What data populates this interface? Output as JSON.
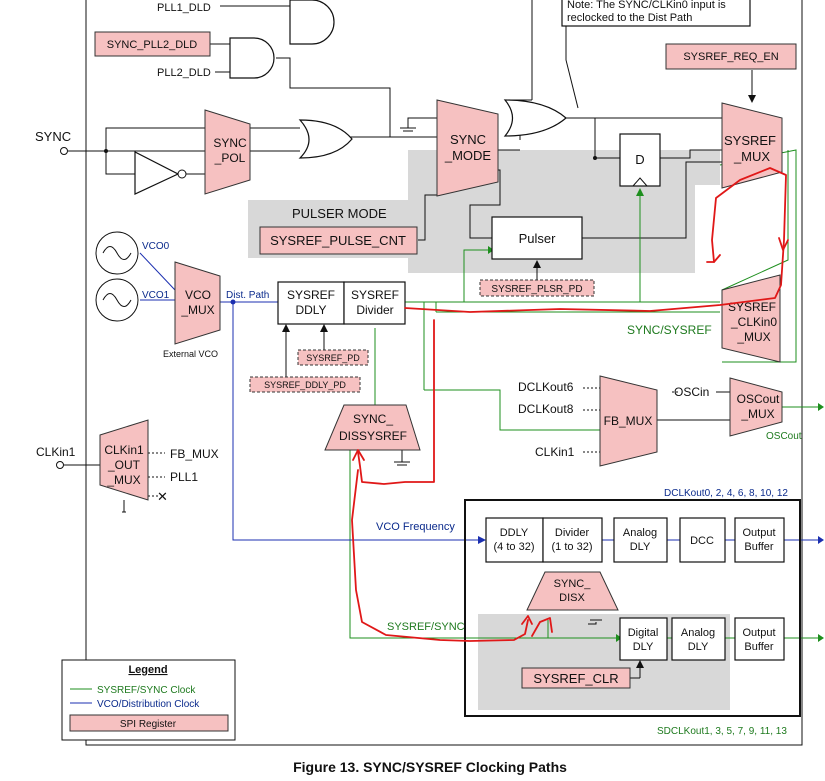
{
  "caption": "Figure 13.  SYNC/SYSREF Clocking Paths",
  "note": [
    "Note: The SYNC/CLKin0 input is",
    "reclocked to the Dist Path"
  ],
  "inputs": {
    "pll1_dld": "PLL1_DLD",
    "sync_pll2_dld": "SYNC_PLL2_DLD",
    "pll2_dld": "PLL2_DLD",
    "sync": "SYNC",
    "clkin1": "CLKin1"
  },
  "blocks": {
    "sync_pol": [
      "SYNC",
      "_POL"
    ],
    "sync_mode": [
      "SYNC",
      "_MODE"
    ],
    "sysref_mux": [
      "SYSREF",
      "_MUX"
    ],
    "sysref_req_en": "SYSREF_REQ_EN",
    "d_ff": "D",
    "pulser": "Pulser",
    "pulser_mode": "PULSER MODE",
    "sysref_pulse_cnt": "SYSREF_PULSE_CNT",
    "sysref_plsr_pd": "SYSREF_PLSR_PD",
    "vco_mux": [
      "VCO",
      "_MUX"
    ],
    "vco0": "VCO0",
    "vco1": "VCO1",
    "external_vco": "External VCO",
    "dist_path": "Dist. Path",
    "sysref_ddly": [
      "SYSREF",
      "DDLY"
    ],
    "sysref_divider": [
      "SYSREF",
      "Divider"
    ],
    "sysref_pd": "SYSREF_PD",
    "sysref_ddly_pd": "SYSREF_DDLY_PD",
    "sync_dissysref": [
      "SYNC_",
      "DISSYSREF"
    ],
    "sysref_clkin0_mux": [
      "SYSREF",
      "_CLKin0",
      "_MUX"
    ],
    "sync_sysref": "SYNC/SYSREF",
    "dclkout6": "DCLKout6",
    "dclkout8": "DCLKout8",
    "clkin1_fb": "CLKin1",
    "fb_mux": "FB_MUX",
    "oscin": "OSCin",
    "oscout_mux": [
      "OSCout",
      "_MUX"
    ],
    "oscout": "OSCout",
    "clkin1_out_mux": [
      "CLKin1",
      "_OUT",
      "_MUX"
    ],
    "fb_mux_out": "FB_MUX",
    "pll1_out": "PLL1",
    "dclkout_label": "DCLKout0, 2, 4, 6, 8, 10, 12",
    "vco_frequency": "VCO Frequency",
    "ddly": [
      "DDLY",
      "(4 to 32)"
    ],
    "divider": [
      "Divider",
      "(1 to 32)"
    ],
    "analog_dly_top": [
      "Analog",
      "DLY"
    ],
    "dcc": "DCC",
    "output_buffer_top": [
      "Output",
      "Buffer"
    ],
    "sync_disx": [
      "SYNC_",
      "DISX"
    ],
    "sysref_sync": "SYSREF/SYNC",
    "digital_dly": [
      "Digital",
      "DLY"
    ],
    "analog_dly_bot": [
      "Analog",
      "DLY"
    ],
    "output_buffer_bot": [
      "Output",
      "Buffer"
    ],
    "sysref_clr": "SYSREF_CLR",
    "sdclkout_label": "SDCLKout1, 3, 5, 7, 9, 11, 13"
  },
  "legend": {
    "title": "Legend",
    "green": "SYSREF/SYNC Clock",
    "blue": "VCO/Distribution Clock",
    "spi": "SPI Register"
  },
  "colors": {
    "spi_register": "#f6c1c1",
    "sysref_clock": "#1e8f1e",
    "vco_clock": "#1b2fb0",
    "annotation": "#e01818",
    "shaded_area": "#d8d8d8"
  }
}
